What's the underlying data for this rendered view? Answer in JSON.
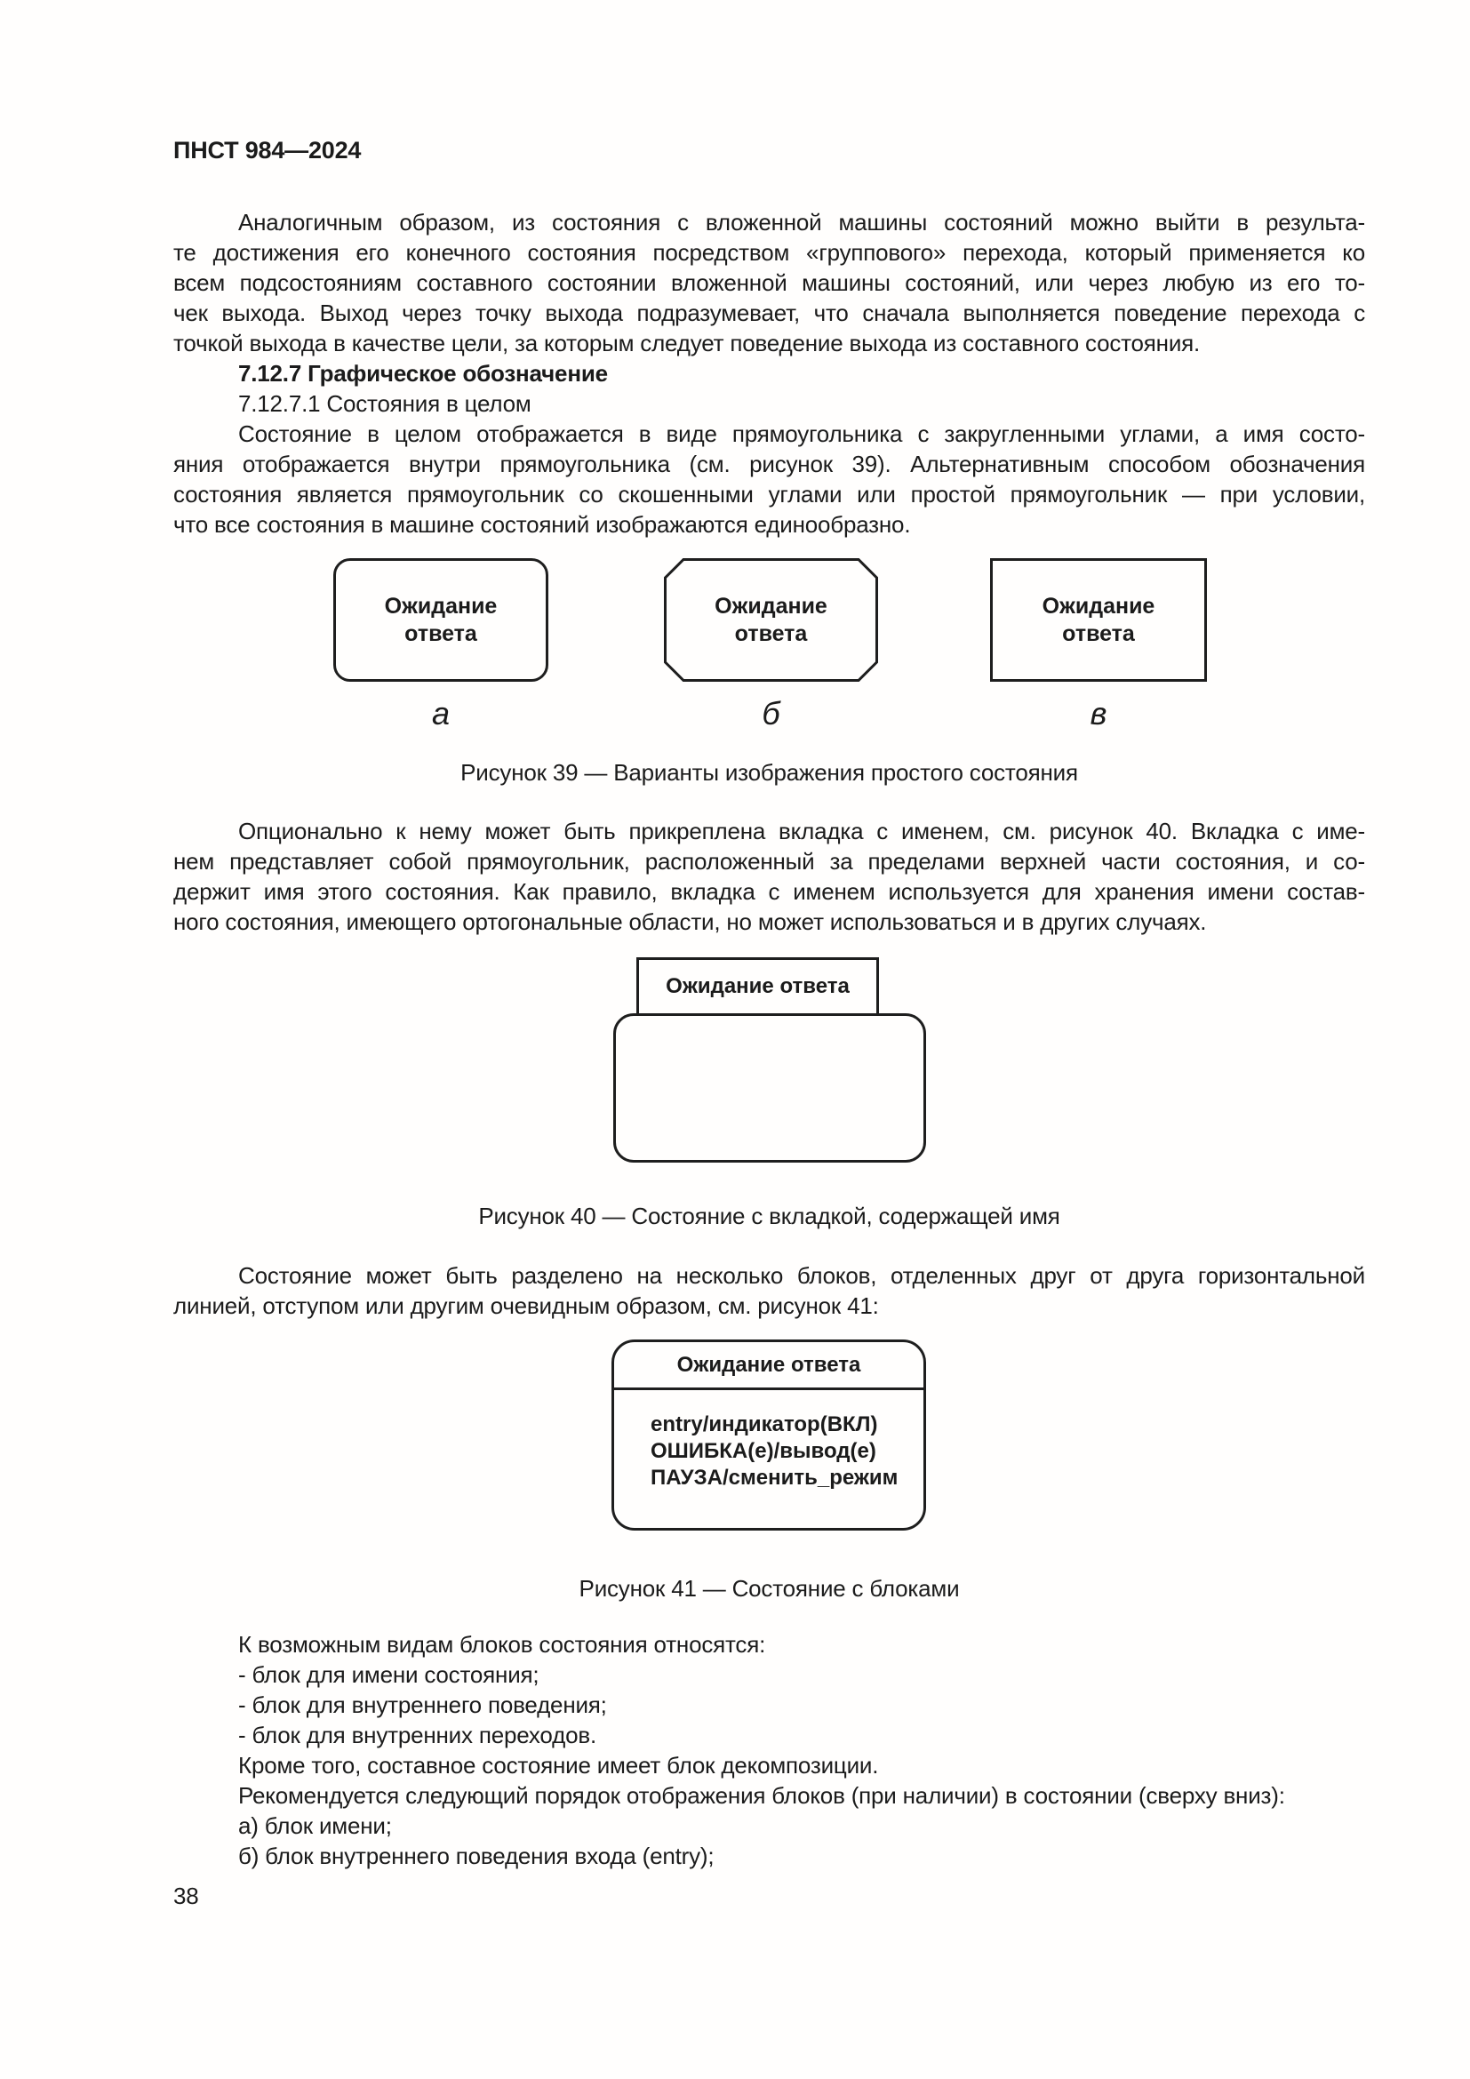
{
  "document": {
    "header": "ПНСТ 984—2024",
    "page_number": "38"
  },
  "sections": {
    "heading_7_12_7": "7.12.7 Графическое обозначение",
    "heading_7_12_7_1": "7.12.7.1 Состояния в целом"
  },
  "paragraphs": {
    "p1": [
      "Аналогичным образом, из состояния с вложенной машины состояний можно выйти в результа-",
      "те достижения его конечного состояния посредством «группового» перехода, который применяется ко",
      "всем подсостояниям составного состоянии вложенной машины состояний, или через любую из его то-",
      "чек выхода. Выход через точку выхода подразумевает, что сначала выполняется поведение перехода с",
      "точкой выхода в качестве цели, за которым следует поведение выхода из составного состояния."
    ],
    "p2": [
      "Состояние в целом отображается в виде прямоугольника с закругленными углами, а имя состо-",
      "яния отображается внутри прямоугольника (см. рисунок 39). Альтернативным способом обозначения",
      "состояния является прямоугольник со скошенными углами или простой прямоугольник — при условии,",
      "что все состояния в машине состояний изображаются единообразно."
    ],
    "p3": [
      "Опционально к нему может быть прикреплена вкладка с именем, см. рисунок 40. Вкладка с име-",
      "нем представляет собой прямоугольник, расположенный за пределами верхней части состояния, и со-",
      "держит имя этого состояния. Как правило, вкладка с именем используется для хранения имени состав-",
      "ного состояния, имеющего ортогональные области, но может использоваться и в других случаях."
    ],
    "p4": [
      "Состояние может быть разделено на несколько блоков, отделенных друг от друга горизонтальной",
      "линией, отступом или другим очевидным образом, см. рисунок 41:"
    ],
    "closing": [
      "К возможным видам блоков состояния относятся:",
      "- блок для имени состояния;",
      "- блок для внутреннего поведения;",
      "- блок для внутренних переходов.",
      "Кроме того, составное состояние имеет блок декомпозиции.",
      "Рекомендуется следующий порядок отображения блоков (при наличии) в состоянии (сверху вниз):",
      "а) блок имени;",
      "б) блок внутреннего поведения входа (entry);"
    ]
  },
  "figures": {
    "fig39": {
      "caption": "Рисунок 39 — Варианты изображения простого состояния",
      "states": [
        {
          "label": "Ожидание ответа",
          "marker": "а",
          "shape": "rounded-rectangle"
        },
        {
          "label": "Ожидание ответа",
          "marker": "б",
          "shape": "beveled-rectangle"
        },
        {
          "label": "Ожидание ответа",
          "marker": "в",
          "shape": "plain-rectangle"
        }
      ]
    },
    "fig40": {
      "caption": "Рисунок 40 — Состояние с вкладкой, содержащей имя",
      "tab_label": "Ожидание ответа"
    },
    "fig41": {
      "caption": "Рисунок 41 — Состояние с блоками",
      "title": "Ожидание ответа",
      "lines": [
        "entry/индикатор(ВКЛ)",
        "ОШИБКА(е)/вывод(е)",
        "ПАУЗА/сменить_режим"
      ]
    }
  },
  "colors": {
    "ink": "#1b1b1b",
    "line": "#1e1e1e",
    "paper": "#fffefd"
  }
}
